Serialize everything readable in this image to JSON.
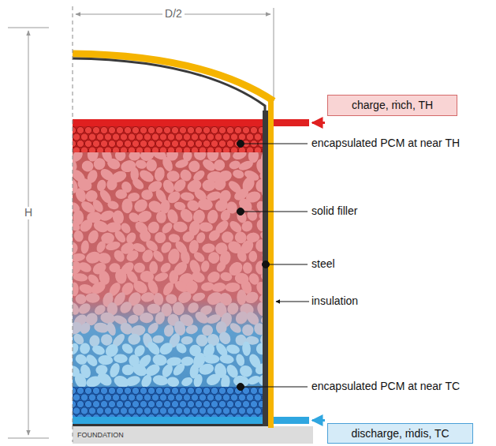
{
  "diagram": {
    "nodes": [
      {
        "text": [
          "charge, ṁch, TH"
        ]
      },
      {
        "text": [
          "discharge, ṁdis, TC"
        ]
      }
    ],
    "labels": [
      "D/2",
      "H",
      "encapsulated PCM at near TH",
      "solid filler",
      "steel",
      "insulation",
      "encapsulated PCM at near TC",
      "FOUNDATION"
    ]
  }
}
